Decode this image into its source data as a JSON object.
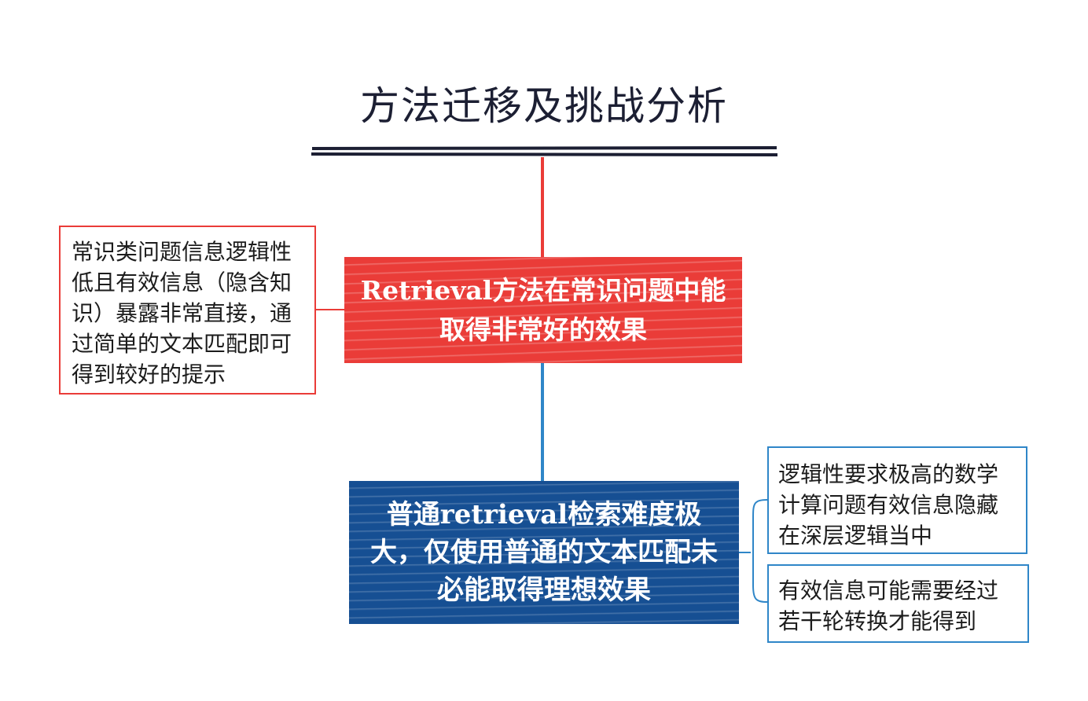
{
  "title": "方法迁移及挑战分析",
  "colors": {
    "title_text": "#1c1f33",
    "red_node": "#ea3c38",
    "blue_node": "#164f93",
    "blue_connector": "#2f86c8",
    "title_rule": "#1c1f33"
  },
  "main_nodes": {
    "retrieval_effective": "Retrieval方法在常识问题中能取得非常好的效果",
    "retrieval_difficult": "普通retrieval检索难度极大，仅使用普通的文本匹配未必能取得理想效果"
  },
  "notes": {
    "commonsense_explanation": "常识类问题信息逻辑性低且有效信息（隐含知识）暴露非常直接，通过简单的文本匹配即可得到较好的提示",
    "math_logic_explanation": "逻辑性要求极高的数学计算问题有效信息隐藏在深层逻辑当中",
    "multi_step_explanation": "有效信息可能需要经过若干轮转换才能得到"
  }
}
